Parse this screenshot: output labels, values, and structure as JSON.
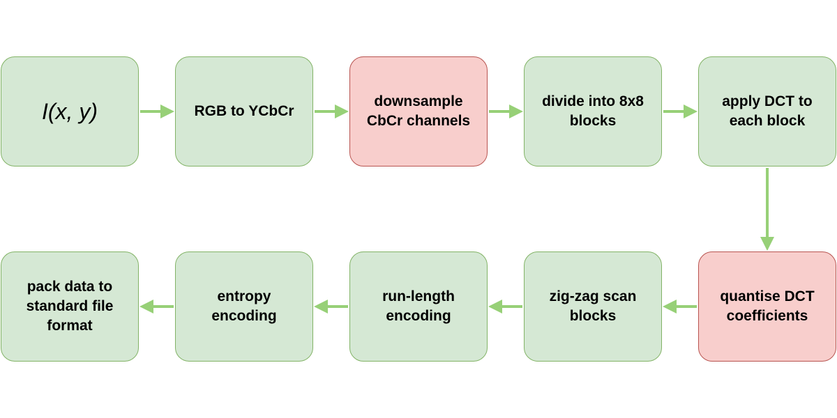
{
  "flowchart": {
    "nodes": [
      {
        "id": "input-image",
        "label": "I(x, y)",
        "highlight": false
      },
      {
        "id": "rgb-to-ycbcr",
        "label": "RGB to YCbCr",
        "highlight": false
      },
      {
        "id": "downsample",
        "label": "downsample CbCr channels",
        "highlight": true
      },
      {
        "id": "divide-blocks",
        "label": "divide into 8x8 blocks",
        "highlight": false
      },
      {
        "id": "apply-dct",
        "label": "apply DCT to each block",
        "highlight": false
      },
      {
        "id": "quantise",
        "label": "quantise DCT coefficients",
        "highlight": true
      },
      {
        "id": "zigzag",
        "label": "zig-zag scan blocks",
        "highlight": false
      },
      {
        "id": "run-length",
        "label": "run-length encoding",
        "highlight": false
      },
      {
        "id": "entropy",
        "label": "entropy encoding",
        "highlight": false
      },
      {
        "id": "pack-data",
        "label": "pack data to standard file format",
        "highlight": false
      }
    ],
    "colors": {
      "node_fill": "#d5e8d4",
      "node_border": "#82b366",
      "highlight_fill": "#f8cecc",
      "highlight_border": "#b85450",
      "arrow": "#97d077"
    }
  }
}
